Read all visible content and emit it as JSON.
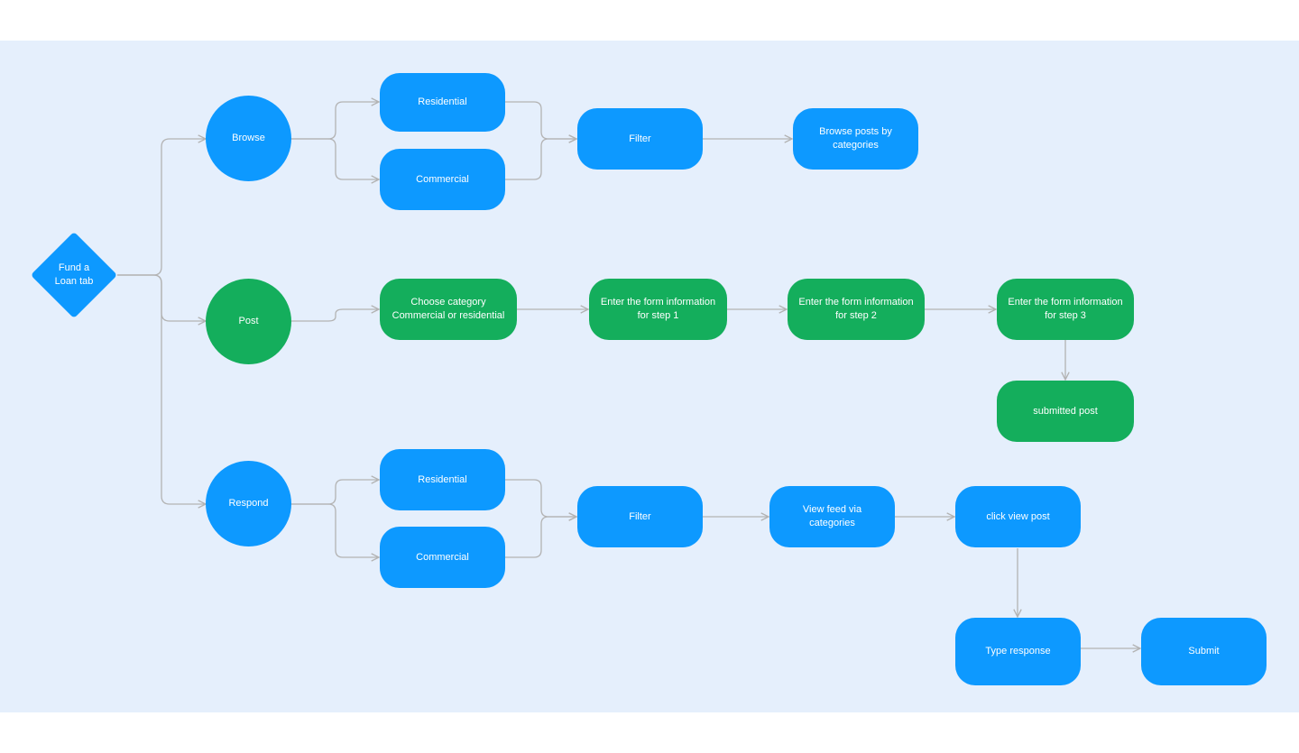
{
  "colors": {
    "canvas_bg": "#e5effc",
    "blue": "#0d99ff",
    "green": "#14ae5c",
    "connector": "#b3b3b3"
  },
  "nodes": {
    "fund_loan_tab": "Fund a Loan tab",
    "browse": "Browse",
    "post": "Post",
    "respond": "Respond",
    "browse_residential": "Residential",
    "browse_commercial": "Commercial",
    "browse_filter": "Filter",
    "browse_posts": "Browse posts by categories",
    "choose_category": "Choose category Commercial or residential",
    "step1": "Enter the form information for step 1",
    "step2": "Enter the form information for step 2",
    "step3": "Enter the form information for step 3",
    "submitted_post": "submitted post",
    "respond_residential": "Residential",
    "respond_commercial": "Commercial",
    "respond_filter": "Filter",
    "view_feed": "View feed via categories",
    "click_view_post": "click view post",
    "type_response": "Type response",
    "submit": "Submit"
  }
}
